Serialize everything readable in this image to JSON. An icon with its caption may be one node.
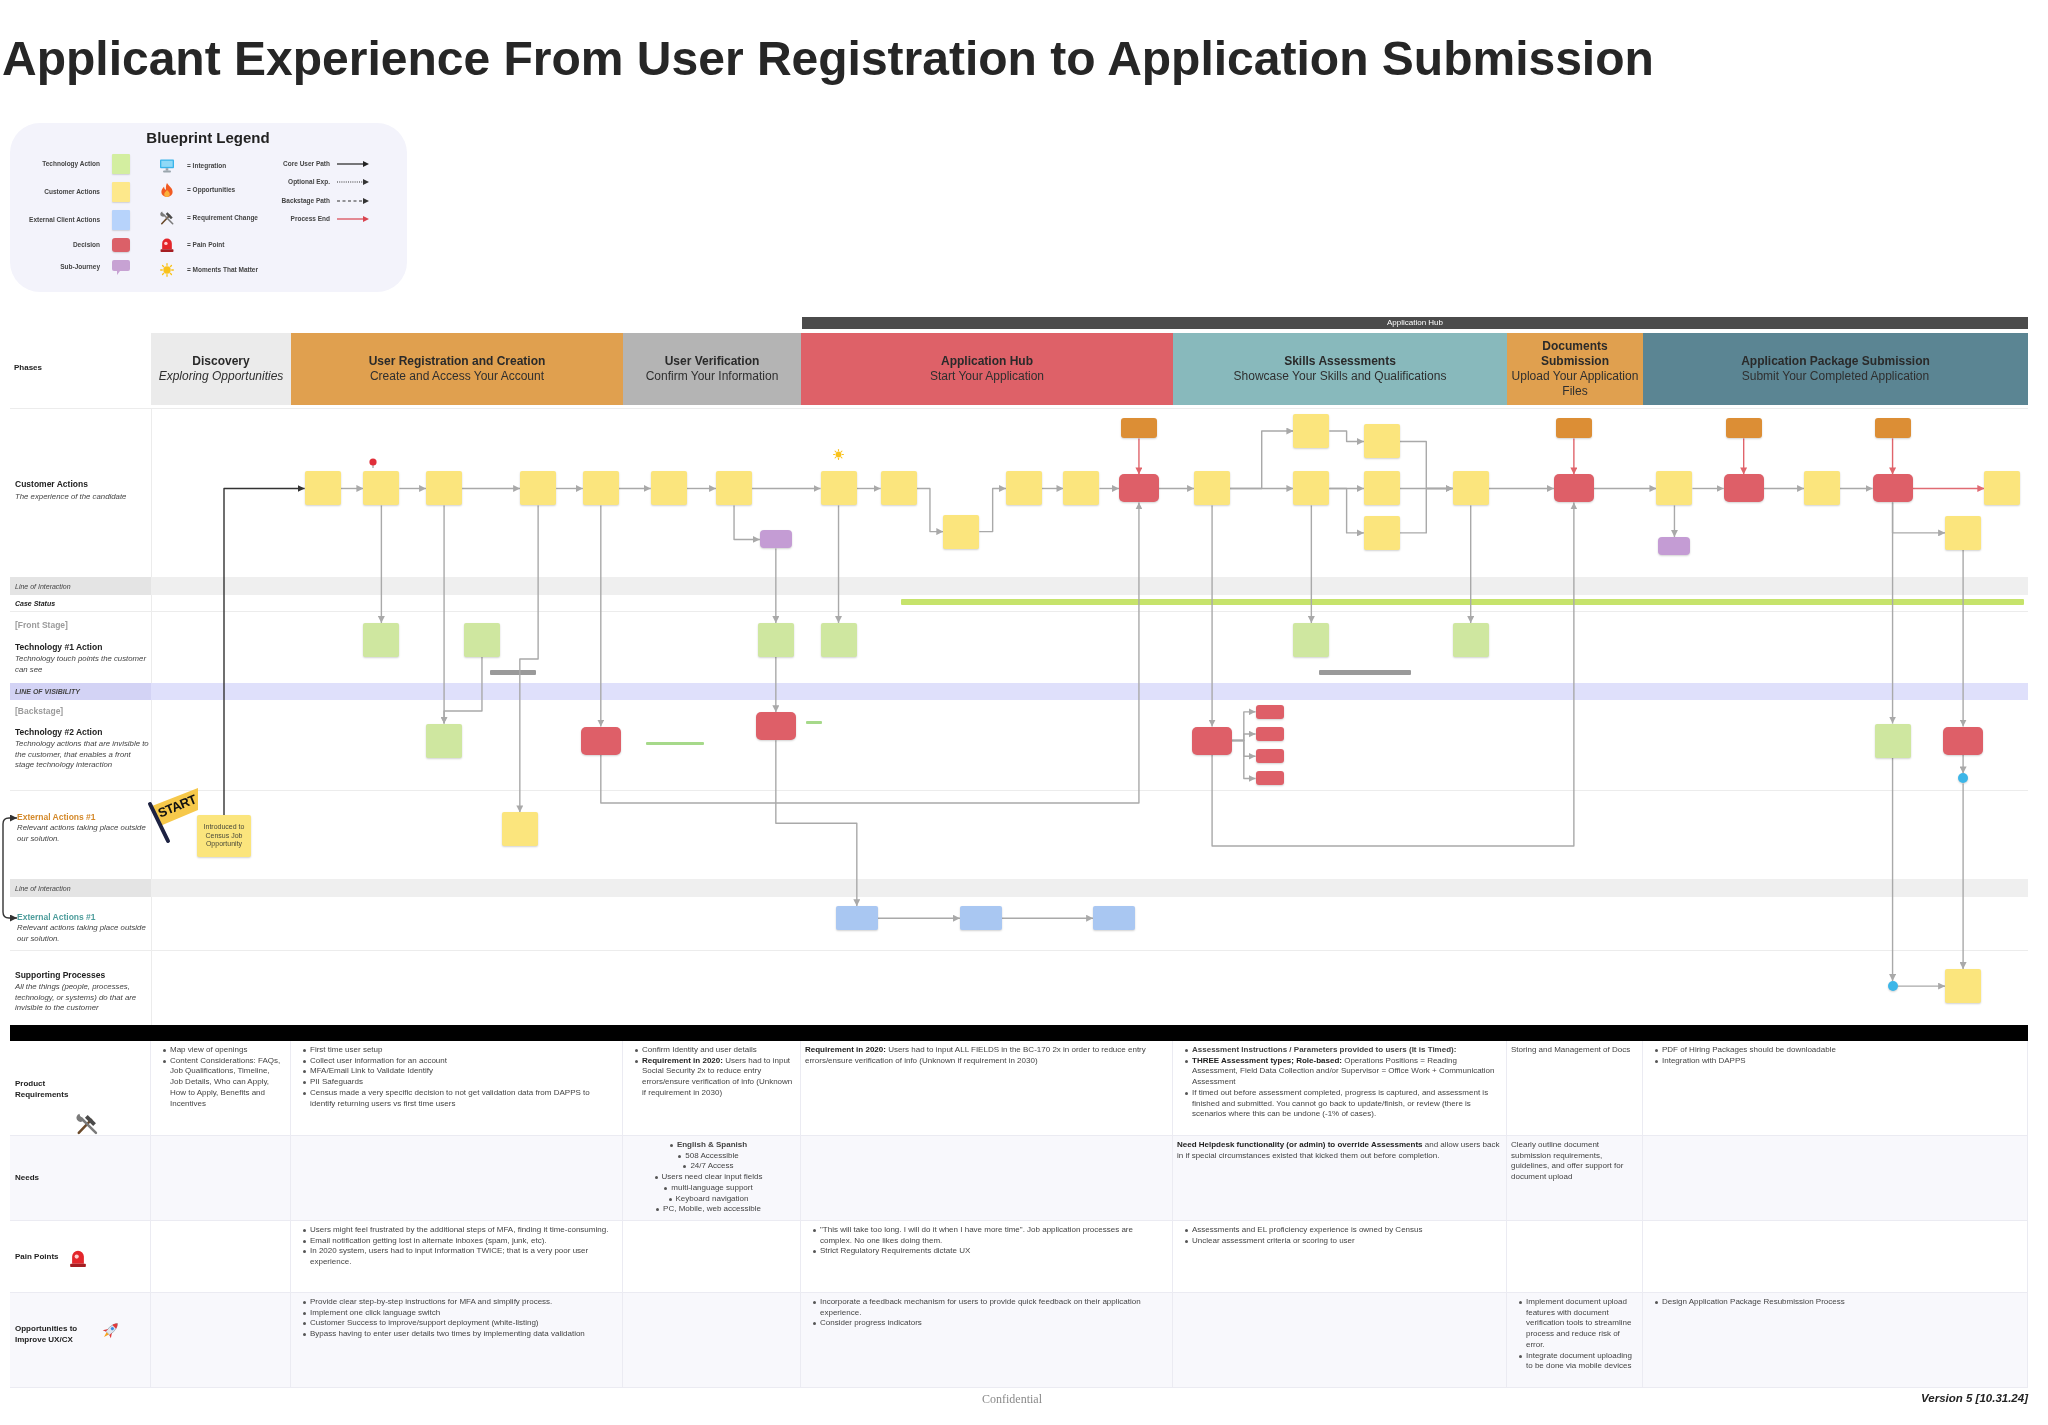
{
  "diagram": {
    "title": "Applicant Experience From User Registration to Application Submission",
    "nodes": [
      {
        "text": [
          "Application Hub"
        ]
      },
      {
        "text": [
          "Discovery",
          "Exploring Opportunities"
        ]
      },
      {
        "text": [
          "User Registration and Creation",
          "Create and Access Your Account"
        ]
      },
      {
        "text": [
          "User Verification",
          "Confirm Your Information"
        ]
      },
      {
        "text": [
          "Application Hub",
          "Start Your Application"
        ]
      },
      {
        "text": [
          "Skills Assessments",
          "Showcase Your Skills and Qualifications"
        ]
      },
      {
        "text": [
          "Documents Submission",
          "Upload Your Application Files"
        ]
      },
      {
        "text": [
          "Application Package Submission",
          "Submit Your Completed Application"
        ]
      },
      {
        "text": [
          "Line of Interaction"
        ]
      },
      {
        "text": [
          "LINE OF VISIBILITY"
        ]
      },
      {
        "text": [
          "External Actions #1",
          "Relevant actions taking place outside our solution."
        ]
      },
      {
        "text": [
          "Line of Interaction"
        ]
      },
      {
        "text": [
          "External Actions #1",
          "Relevant actions taking place outside our solution."
        ]
      },
      {
        "text": [
          "Introduced to Census Job Opportunity"
        ]
      },
      {
        "text": [],
        "shape": "box"
      },
      {
        "text": [],
        "shape": "box"
      },
      {
        "text": [],
        "shape": "box"
      },
      {
        "text": [],
        "shape": "box"
      },
      {
        "text": [],
        "shape": "box"
      },
      {
        "text": [],
        "shape": "box"
      },
      {
        "text": [],
        "shape": "box"
      },
      {
        "text": [],
        "shape": "box"
      },
      {
        "text": [],
        "shape": "box"
      },
      {
        "text": [],
        "shape": "box"
      },
      {
        "text": [],
        "shape": "box"
      },
      {
        "text": [],
        "shape": "box"
      },
      {
        "text": [],
        "shape": "box"
      },
      {
        "text": [],
        "shape": "box"
      },
      {
        "text": [],
        "shape": "box"
      },
      {
        "text": [],
        "shape": "box"
      },
      {
        "text": [],
        "shape": "box"
      },
      {
        "text": [],
        "shape": "box"
      },
      {
        "text": [],
        "shape": "box"
      },
      {
        "text": [],
        "shape": "box"
      },
      {
        "text": [],
        "shape": "box"
      },
      {
        "text": [],
        "shape": "box"
      },
      {
        "text": [],
        "shape": "box"
      },
      {
        "text": [],
        "shape": "box"
      },
      {
        "text": [],
        "shape": "box"
      },
      {
        "text": [],
        "shape": "box"
      },
      {
        "text": [],
        "shape": "box"
      },
      {
        "text": [],
        "shape": "box"
      },
      {
        "text": [],
        "shape": "box"
      },
      {
        "text": [],
        "shape": "box"
      },
      {
        "text": [],
        "shape": "box"
      },
      {
        "text": [],
        "shape": "box"
      },
      {
        "text": [],
        "shape": "box"
      },
      {
        "text": [],
        "shape": "box"
      },
      {
        "text": [],
        "shape": "box"
      },
      {
        "text": [],
        "shape": "box"
      },
      {
        "text": [],
        "shape": "box"
      },
      {
        "text": [],
        "shape": "box"
      },
      {
        "text": [],
        "shape": "box"
      },
      {
        "text": [],
        "shape": "box"
      },
      {
        "text": [],
        "shape": "box"
      },
      {
        "text": [],
        "shape": "box"
      },
      {
        "text": [],
        "shape": "box"
      },
      {
        "text": [],
        "shape": "box"
      },
      {
        "text": [],
        "shape": "box"
      },
      {
        "text": [],
        "shape": "box"
      },
      {
        "text": [],
        "shape": "box"
      },
      {
        "text": [],
        "shape": "box"
      },
      {
        "text": [],
        "shape": "box"
      },
      {
        "text": [],
        "shape": "box"
      },
      {
        "text": [],
        "shape": "box"
      },
      {
        "text": [],
        "shape": "box"
      },
      {
        "text": [],
        "shape": "box"
      },
      {
        "text": [],
        "shape": "circle"
      },
      {
        "text": [],
        "shape": "circle"
      },
      {
        "text": [],
        "shape": "box"
      }
    ],
    "edges": [
      {
        "from": 13,
        "to": 14,
        "arrow": "to",
        "color": "#333333"
      },
      {
        "from": 14,
        "to": 15,
        "arrow": "to"
      },
      {
        "from": 15,
        "to": 16,
        "arrow": "to"
      },
      {
        "from": 16,
        "to": 17,
        "arrow": "to"
      },
      {
        "from": 17,
        "to": 18,
        "arrow": "to"
      },
      {
        "from": 18,
        "to": 19,
        "arrow": "to"
      },
      {
        "from": 19,
        "to": 20,
        "arrow": "to"
      },
      {
        "from": 20,
        "to": 21,
        "arrow": "to"
      },
      {
        "from": 21,
        "to": 22,
        "arrow": "to"
      },
      {
        "from": 22,
        "to": 23,
        "arrow": "to"
      },
      {
        "from": 23,
        "to": 24,
        "arrow": "to"
      },
      {
        "from": 24,
        "to": 25,
        "arrow": "to"
      },
      {
        "from": 25,
        "to": 27,
        "arrow": "to"
      },
      {
        "from": 26,
        "to": 27,
        "arrow": "to",
        "color": "#e0646b"
      },
      {
        "from": 27,
        "to": 28,
        "arrow": "to"
      },
      {
        "from": 28,
        "to": 29,
        "arrow": "to"
      },
      {
        "from": 28,
        "to": 31,
        "arrow": "to"
      },
      {
        "from": 29,
        "to": 30,
        "arrow": "to"
      },
      {
        "from": 31,
        "to": 32,
        "arrow": "to"
      },
      {
        "from": 31,
        "to": 33,
        "arrow": "to"
      },
      {
        "from": 30,
        "to": 34,
        "arrow": "to"
      },
      {
        "from": 32,
        "to": 34,
        "arrow": "to"
      },
      {
        "from": 33,
        "to": 34,
        "arrow": "to"
      },
      {
        "from": 34,
        "to": 36,
        "arrow": "to"
      },
      {
        "from": 35,
        "to": 36,
        "arrow": "to",
        "color": "#e0646b"
      },
      {
        "from": 36,
        "to": 37,
        "arrow": "to"
      },
      {
        "from": 37,
        "to": 39,
        "arrow": "to"
      },
      {
        "from": 38,
        "to": 39,
        "arrow": "to",
        "color": "#e0646b"
      },
      {
        "from": 39,
        "to": 40,
        "arrow": "to"
      },
      {
        "from": 40,
        "to": 42,
        "arrow": "to"
      },
      {
        "from": 41,
        "to": 42,
        "arrow": "to",
        "color": "#e0646b"
      },
      {
        "from": 42,
        "to": 43,
        "arrow": "to",
        "color": "#e06b73"
      },
      {
        "from": 42,
        "to": 44,
        "arrow": "to"
      },
      {
        "from": 20,
        "to": 45,
        "arrow": "to"
      },
      {
        "from": 37,
        "to": 46,
        "arrow": "to"
      },
      {
        "from": 15,
        "to": 47,
        "arrow": "to"
      },
      {
        "from": 16,
        "to": 53,
        "arrow": "to"
      },
      {
        "from": 48,
        "to": 53,
        "arrow": "to"
      },
      {
        "from": 17,
        "to": 63,
        "arrow": "to"
      },
      {
        "from": 18,
        "to": 54,
        "arrow": "to"
      },
      {
        "from": 54,
        "to": 27,
        "arrow": "to"
      },
      {
        "from": 45,
        "to": 49,
        "arrow": "to"
      },
      {
        "from": 49,
        "to": 55,
        "arrow": "to"
      },
      {
        "from": 21,
        "to": 50,
        "arrow": "to"
      },
      {
        "from": 55,
        "to": 64,
        "arrow": "to"
      },
      {
        "from": 64,
        "to": 65,
        "arrow": "to"
      },
      {
        "from": 65,
        "to": 66,
        "arrow": "to"
      },
      {
        "from": 28,
        "to": 56,
        "arrow": "to"
      },
      {
        "from": 56,
        "to": 57,
        "arrow": "to"
      },
      {
        "from": 56,
        "to": 58,
        "arrow": "to"
      },
      {
        "from": 56,
        "to": 59,
        "arrow": "to"
      },
      {
        "from": 56,
        "to": 60,
        "arrow": "to"
      },
      {
        "from": 56,
        "to": 36,
        "arrow": "to"
      },
      {
        "from": 31,
        "to": 51,
        "arrow": "to"
      },
      {
        "from": 34,
        "to": 52,
        "arrow": "to"
      },
      {
        "from": 42,
        "to": 61,
        "arrow": "to"
      },
      {
        "from": 61,
        "to": 68,
        "arrow": "to"
      },
      {
        "from": 68,
        "to": 69,
        "arrow": "to"
      },
      {
        "from": 44,
        "to": 62,
        "arrow": "to"
      },
      {
        "from": 62,
        "to": 67,
        "arrow": "to"
      },
      {
        "from": 67,
        "to": 69,
        "arrow": "to"
      },
      {
        "from": 10,
        "to": 12,
        "arrow": "both",
        "color": "#333333"
      }
    ],
    "labels": [
      "Blueprint Legend",
      "Phases",
      "Customer Actions",
      "The experience of the candidate",
      "Case Status",
      "[Front Stage]",
      "Technology #1 Action",
      "Technology touch points the customer can see",
      "[Backstage]",
      "Technology #2 Action",
      "Technology actions that are invisible to the customer, that enables a front stage technology interaction",
      "START",
      "Supporting Processes",
      "All the things (people, processes, technology, or systems) do that are invisible to the customer",
      "Product Requirements",
      "Map view of openings",
      "Content Considerations: FAQs, Job Qualifications, Timeline, Job Details, Who can Apply, How to Apply, Benefits and Incentives",
      "First time user setup",
      "Collect user information for an account",
      "MFA/Email Link to Validate Identify",
      "PII Safeguards",
      "Census made a very specific decision to not get validation data from DAPPS to identify returning users vs first time users",
      "Confirm Identity and user details",
      "**Requirement in 2020:** Users had to input Social Security 2x to reduce entry errors/ensure verification of info (Unknown if requirement in 2030)",
      "**Requirement in 2020:** Users had to input ALL FIELDS in the BC-170 2x in order to reduce entry errors/ensure verification of info (Unknown if requirement in 2030)",
      "Assessment Instructions / Parameters provided to users (It is Timed):",
      "**THREE Assessment types; Role-based:** Operations Positions = Reading Assessment, Field Data Collection and/or Supervisor = Office Work + Communication Assessment",
      "If timed out before assessment completed, progress is captured, and assessment is finished and submitted. You cannot go back to update/finish, or review (there is scenarios where this can be undone (-1% of cases).",
      "Storing and Management of Docs",
      "PDF of Hiring Packages should be downloadable",
      "Integration with DAPPS",
      "Needs",
      "English & Spanish",
      "508 Accessible",
      "24/7 Access",
      "Users need clear input fields",
      "multi-language support",
      "Keyboard navigation",
      "PC, Mobile, web accessible",
      "**Need Helpdesk functionality (or admin) to override Assessments** and allow users back in if special circumstances existed that kicked them out before completion.",
      "Clearly outline document submission requirements, guidelines, and offer support for document upload",
      "Pain Points",
      "Users might feel frustrated by the additional steps of MFA, finding it time-consuming.",
      "Email notification getting lost in alternate inboxes (spam, junk, etc).",
      "In 2020 system, users had to input Information TWICE; that is a very poor user experience.",
      "\"This will take too long. I will do it when I have more time\". Job application processes are complex. No one likes doing them.",
      "Strict Regulatory Requirements dictate UX",
      "Assessments and EL proficiency experience is owned by Census",
      "Unclear assessment criteria or scoring to user",
      "Opportunities to Improve UX/CX",
      "Provide clear step-by-step instructions for MFA and simplify process.",
      "Implement one click language switch",
      "Customer Success to improve/support deployment (white-listing)",
      "Bypass having to enter user details two times by implementing data validation",
      "Incorporate a feedback mechanism for users to provide quick feedback on their application experience.",
      "Consider progress indicators",
      "Implement document upload features with document verification tools to streamline process and reduce risk of error.",
      "Integrate document uploading to be done via mobile devices",
      "Design Application Package Resubmission Process",
      "Confidential",
      "Version 5 [10.31.24]"
    ],
    "legend": [
      {
        "text": "Technology Action",
        "color": "#d3eea0"
      },
      {
        "text": "Customer Actions",
        "color": "#fde88b"
      },
      {
        "text": "External Client Actions",
        "color": "#b7d3fb"
      },
      {
        "text": "Decision",
        "color": "#db6068"
      },
      {
        "text": "Sub-Journey",
        "color": "#c7a2d3"
      },
      {
        "text": "= Integration"
      },
      {
        "text": "= Opportunities"
      },
      {
        "text": "= Requirement Change"
      },
      {
        "text": "= Pain Point"
      },
      {
        "text": "= Moments That Matter"
      },
      {
        "text": "Core User Path"
      },
      {
        "text": "Optional Exp."
      },
      {
        "text": "Backstage Path"
      },
      {
        "text": "Process End"
      }
    ]
  }
}
